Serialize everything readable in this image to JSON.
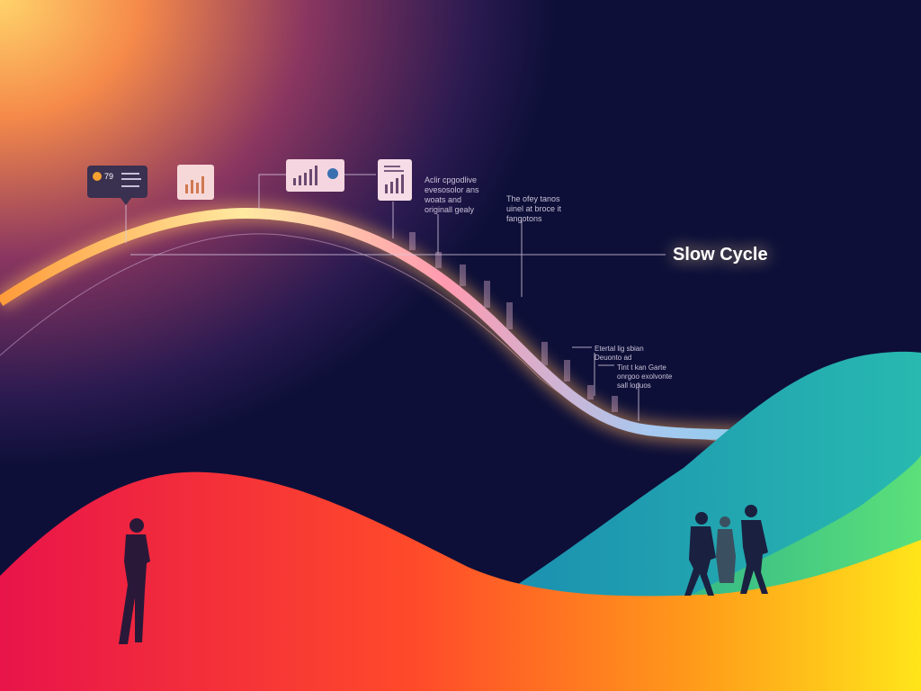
{
  "title": "Slow Cycle",
  "card_value": "79",
  "notes": [
    "Aclir cpgodlive\nevesosolor ans\nwoats and\noriginall gealy",
    "The ofey tanos\nuinel at broce it\nfangotons",
    "Etertal lig sbian\nDeuonto ad",
    "Tint t kan Garte\nonrgoo exolvonte\nsall lopuos"
  ],
  "colors": {
    "background": "#0d0f38",
    "glow_top_left": "#ffb347",
    "wave_warm": "#ff3b4e",
    "wave_yellow": "#ffd21f",
    "wave_teal": "#1fa6b8",
    "wave_green": "#3fcf7a"
  },
  "icons": [
    "dashboard-card-icon",
    "bar-chart-icon",
    "bar-chart-pie-icon",
    "report-icon"
  ],
  "figures": [
    "person-silhouette-left",
    "group-silhouettes-right"
  ]
}
